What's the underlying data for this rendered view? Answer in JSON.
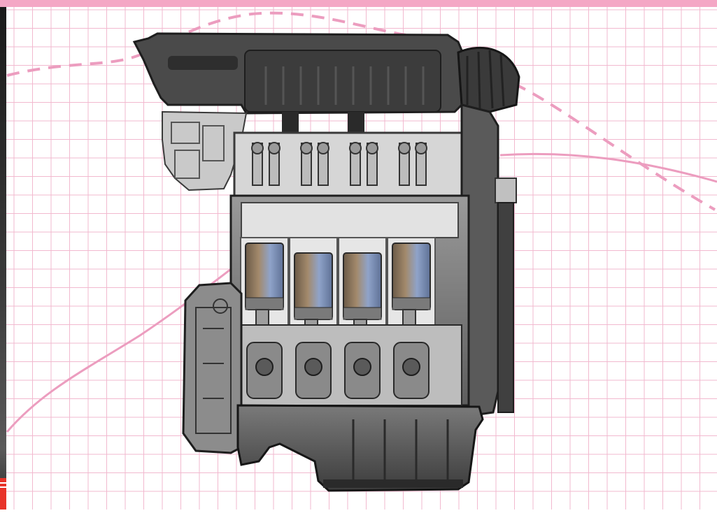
{
  "colors": {
    "background": "#ffffff",
    "grid": "#f2b9cf",
    "curve": "#ec9dbf",
    "top_band": "#f4a7c5",
    "side_strip": "#2a2a2a",
    "side_tab": "#e8342a",
    "engine_dark": "#3a3a3a",
    "engine_mid": "#8a8a8a",
    "engine_light": "#d8d8d8",
    "piston_blue": "#8fa3c9",
    "piston_bronze": "#a38a6c"
  },
  "image": {
    "subject": "engine-cutaway-illustration",
    "cylinders": 4
  },
  "grid": {
    "visible": true,
    "style": "graph-paper"
  }
}
